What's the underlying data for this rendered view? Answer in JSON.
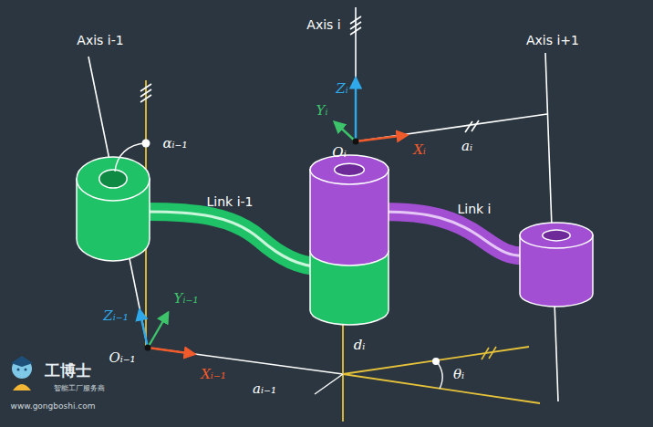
{
  "diagram": {
    "labels": [
      "Axis i-1",
      "Axis i",
      "Axis i+1",
      "Link i-1",
      "Link i",
      "αᵢ₋₁",
      "Zᵢ",
      "Yᵢ",
      "Oᵢ",
      "Xᵢ",
      "aᵢ",
      "Zᵢ₋₁",
      "Yᵢ₋₁",
      "Oᵢ₋₁",
      "Xᵢ₋₁",
      "aᵢ₋₁",
      "dᵢ",
      "θᵢ",
      "工博士",
      "智能工厂服务商",
      "www.gongboshi.com"
    ]
  }
}
